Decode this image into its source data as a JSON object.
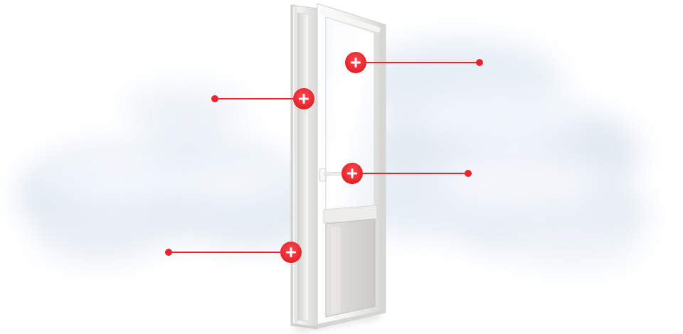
{
  "accent_color": "#e8262e",
  "background_color": "#ffffff",
  "illustration": {
    "subject": "door-illustration",
    "frame_color": "#f1f1f0",
    "sash_color": "#ececeb",
    "panel_color": "#d8d7d5",
    "glass_color": "#f6f8fa"
  },
  "hotspots": [
    {
      "id": "glass-upper",
      "icon": "plus-icon"
    },
    {
      "id": "frame-left",
      "icon": "plus-icon"
    },
    {
      "id": "handle",
      "icon": "plus-icon"
    },
    {
      "id": "frame-lower",
      "icon": "plus-icon"
    }
  ]
}
